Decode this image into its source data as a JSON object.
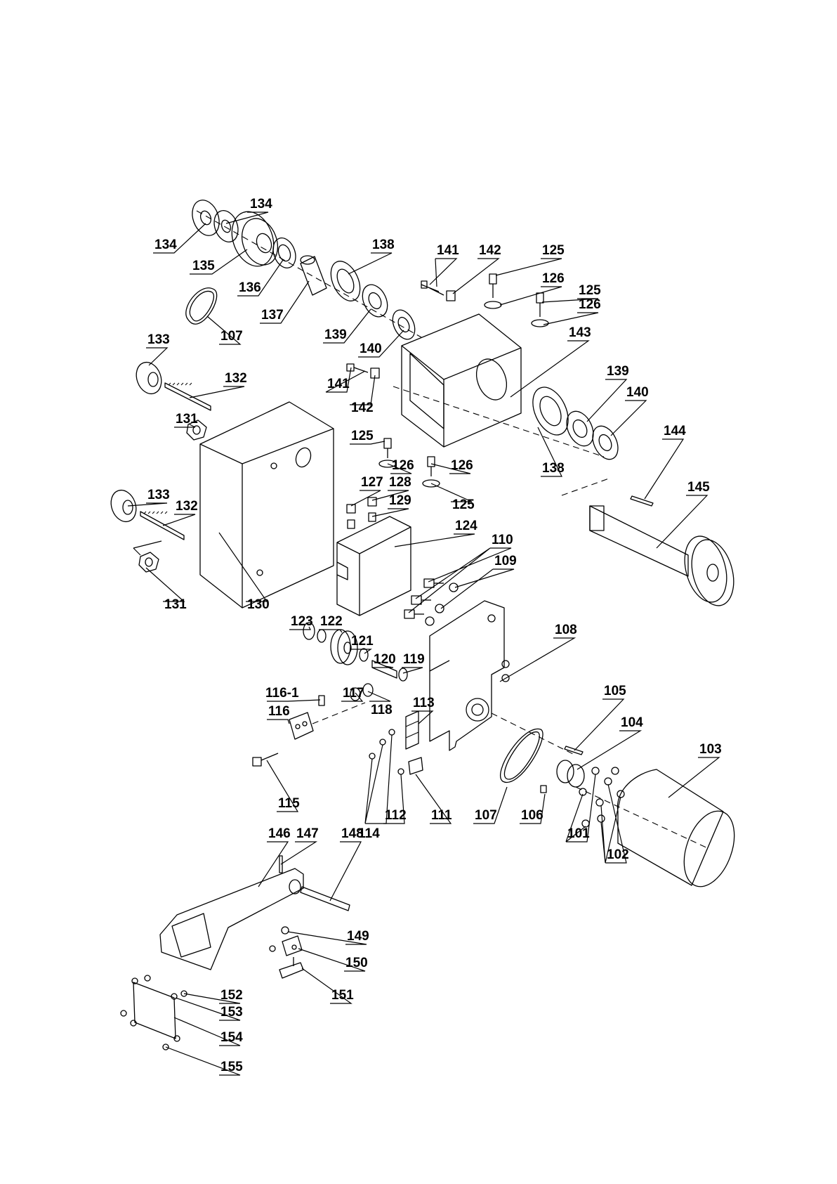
{
  "labels": [
    "134",
    "134",
    "135",
    "136",
    "137",
    "138",
    "139",
    "140",
    "141",
    "142",
    "125",
    "126",
    "125",
    "126",
    "143",
    "139",
    "140",
    "138",
    "107",
    "133",
    "132",
    "131",
    "141",
    "142",
    "125",
    "126",
    "126",
    "125",
    "133",
    "132",
    "131",
    "127",
    "128",
    "129",
    "124",
    "110",
    "109",
    "130",
    "144",
    "145",
    "123",
    "122",
    "121",
    "120",
    "119",
    "108",
    "116-1",
    "117",
    "118",
    "116",
    "113",
    "115",
    "105",
    "104",
    "103",
    "114",
    "112",
    "111",
    "107",
    "106",
    "101",
    "102",
    "146",
    "147",
    "148",
    "149",
    "150",
    "151",
    "152",
    "153",
    "154",
    "155"
  ]
}
